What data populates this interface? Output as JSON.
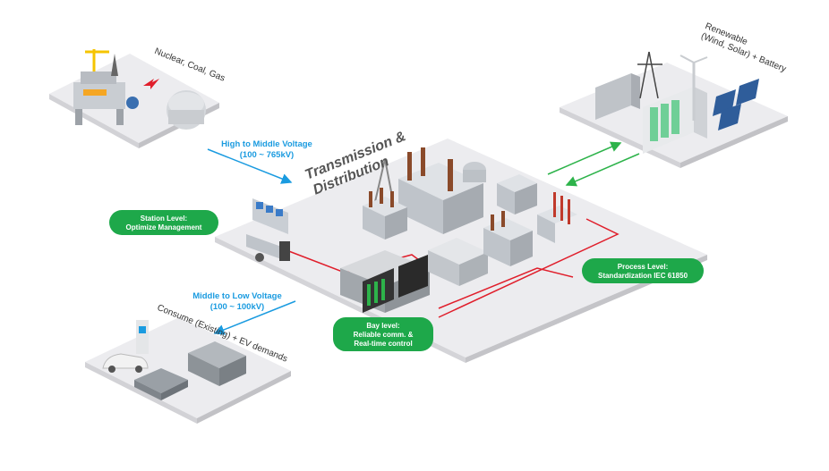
{
  "labels": {
    "generation": "Nuclear, Coal, Gas",
    "renewable_line1": "Renewable",
    "renewable_line2": "(Wind, Solar) + Battery",
    "consume": "Consume (Existing) + EV demands",
    "td_line1": "Transmission &",
    "td_line2": "Distribution"
  },
  "voltage": {
    "high_to_middle": {
      "line1": "High to Middle Voltage",
      "line2": "(100 ~ 765kV)"
    },
    "middle_to_low": {
      "line1": "Middle to Low Voltage",
      "line2": "(100 ~ 100kV)"
    }
  },
  "levels": {
    "station": {
      "line1": "Station Level:",
      "line2": "Optimize Management"
    },
    "process": {
      "line1": "Process Level:",
      "line2": "Standardization IEC 61850"
    },
    "bay": {
      "line1": "Bay level:",
      "line2": "Reliable comm. &",
      "line3": "Real-time control"
    }
  },
  "colors": {
    "pill_green": "#1ea84a",
    "voltage_blue": "#1a9be0",
    "wire_red": "#e01e2b",
    "arrow_green": "#2db34a"
  }
}
